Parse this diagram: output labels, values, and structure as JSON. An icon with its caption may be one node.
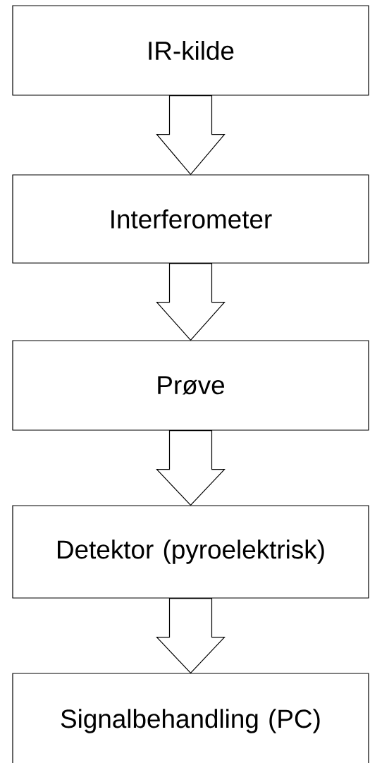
{
  "diagram": {
    "nodes": [
      {
        "text": [
          "IR-kilde"
        ]
      },
      {
        "text": [
          "Interferometer"
        ]
      },
      {
        "text": [
          "Prøve"
        ]
      },
      {
        "text": [
          "Detektor (pyroelektrisk)"
        ]
      },
      {
        "text": [
          "Signalbehandling (PC)"
        ]
      }
    ],
    "edges": [
      {
        "from": 0,
        "to": 1,
        "arrow": "to"
      },
      {
        "from": 1,
        "to": 2,
        "arrow": "to"
      },
      {
        "from": 2,
        "to": 3,
        "arrow": "to"
      },
      {
        "from": 3,
        "to": 4,
        "arrow": "to"
      }
    ]
  }
}
